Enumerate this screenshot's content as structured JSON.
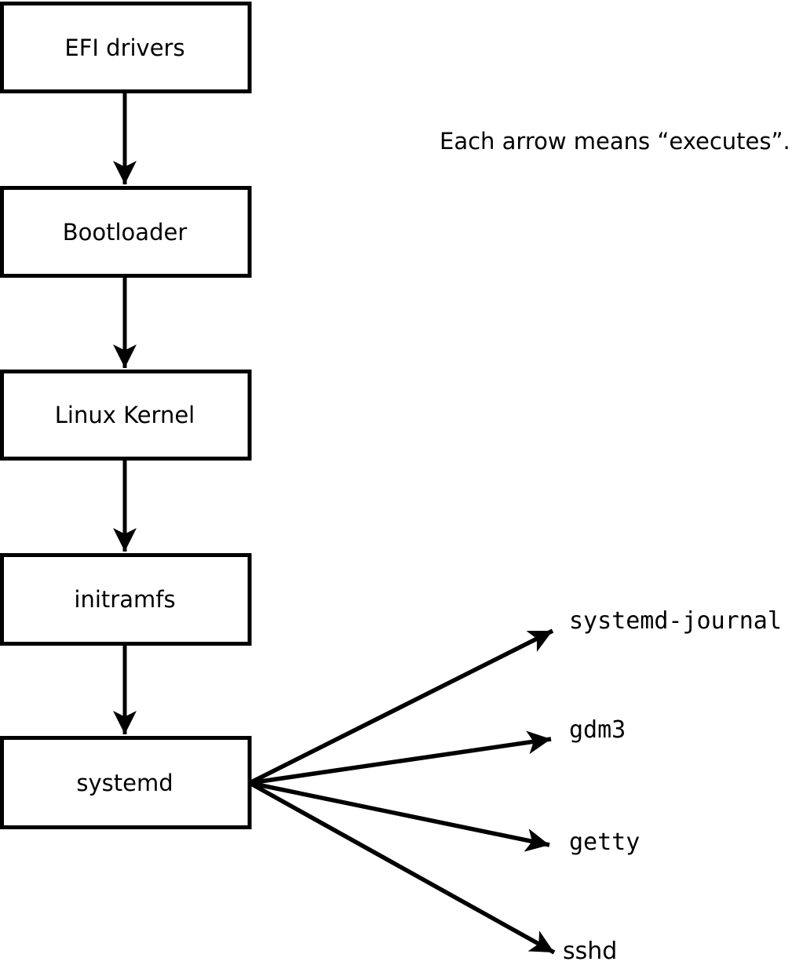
{
  "diagram": {
    "note": "Each arrow means “executes”.",
    "arrow_meaning": "executes",
    "chain": [
      {
        "label": "EFI drivers"
      },
      {
        "label": "Bootloader"
      },
      {
        "label": "Linux Kernel"
      },
      {
        "label": "initramfs"
      },
      {
        "label": "systemd"
      }
    ],
    "spawned": [
      {
        "label": "systemd-journal"
      },
      {
        "label": "gdm3"
      },
      {
        "label": "getty"
      },
      {
        "label": "sshd"
      }
    ],
    "colors": {
      "stroke": "#000000",
      "box_fill": "#ffffff",
      "background": "#ffffff"
    }
  }
}
